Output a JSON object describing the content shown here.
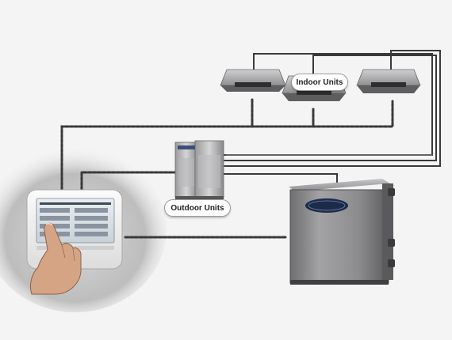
{
  "labels": {
    "indoor_units": "Indoor Units",
    "outdoor_units": "Outdoor Units"
  },
  "panel": {
    "screen_rows": [
      "",
      "",
      "",
      "",
      ""
    ],
    "footer_text": ""
  },
  "colors": {
    "background": "#f4f4f4",
    "pipe": "#3a3a3a",
    "unit_body": "#8e8e90",
    "brand_badge": "#1d2b4a"
  },
  "icons": {
    "touch_panel": "wall-touch-controller",
    "hand": "pointing-hand",
    "indoor_unit": "ceiling-cassette",
    "outdoor_unit": "vrf-outdoor-unit",
    "ventilation_unit": "large-outdoor-unit"
  }
}
